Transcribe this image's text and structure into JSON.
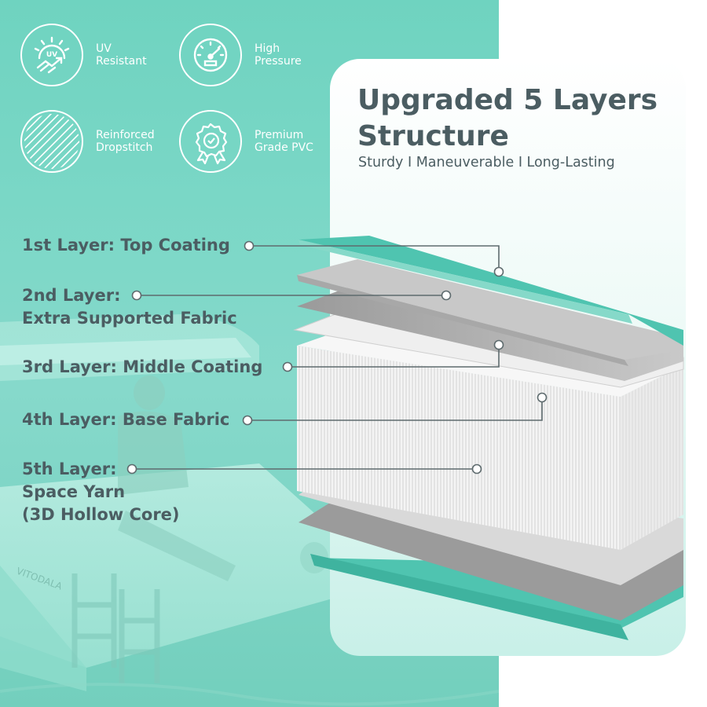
{
  "features": [
    {
      "icon": "uv-sun-icon",
      "line1": "UV",
      "line2": "Resistant"
    },
    {
      "icon": "pressure-gauge-icon",
      "line1": "High",
      "line2": "Pressure"
    },
    {
      "icon": "dropstitch-lines-icon",
      "line1": "Reinforced",
      "line2": "Dropstitch"
    },
    {
      "icon": "quality-badge-icon",
      "line1": "Premium",
      "line2": "Grade PVC"
    }
  ],
  "uv_badge_text": "UV",
  "headline": {
    "line1": "Upgraded 5 Layers",
    "line2": "Structure",
    "subtitle": "Sturdy I Maneuverable I Long-Lasting"
  },
  "layers": [
    {
      "line1": "1st Layer: Top Coating"
    },
    {
      "line1": "2nd Layer:",
      "line2": "Extra Supported Fabric"
    },
    {
      "line1": "3rd Layer: Middle Coating"
    },
    {
      "line1": "4th Layer: Base Fabric"
    },
    {
      "line1": "5th Layer:",
      "line2": "Space Yarn",
      "line3": "(3D Hollow Core)"
    }
  ],
  "photo_brand_text": "VITODALA",
  "colors": {
    "teal": "#6fd3c0",
    "deep_teal": "#4fc4b0",
    "text_dark": "#4b5d62",
    "white": "#ffffff"
  }
}
